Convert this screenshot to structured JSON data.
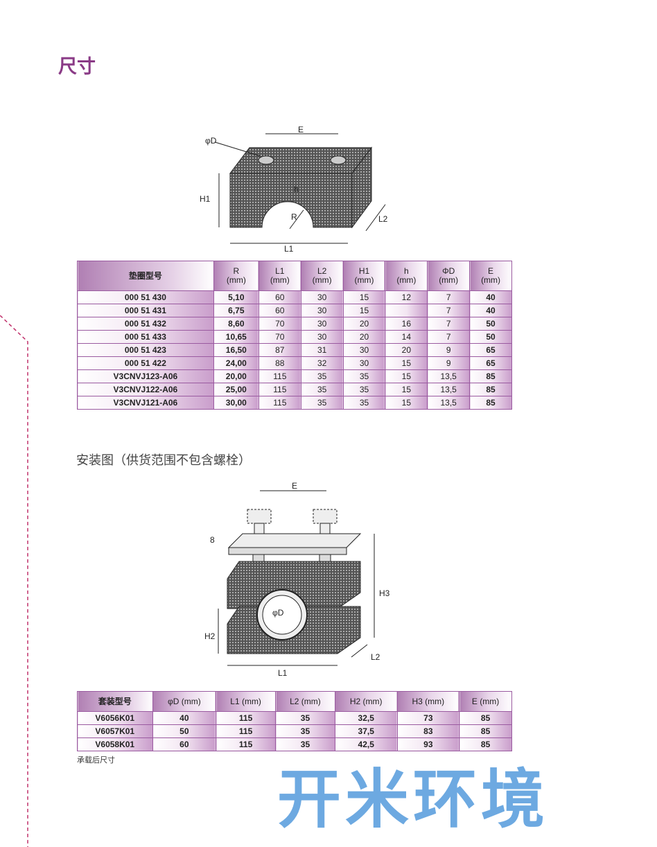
{
  "page_title": "尺寸",
  "diagram1": {
    "labels": {
      "phiD": "φD",
      "E": "E",
      "H1": "H1",
      "h": "h",
      "R": "R",
      "L1": "L1",
      "L2": "L2"
    }
  },
  "table1": {
    "headers": [
      "垫圈型号",
      "R\n(mm)",
      "L1\n(mm)",
      "L2\n(mm)",
      "H1\n(mm)",
      "h\n(mm)",
      "ΦD\n(mm)",
      "E\n(mm)"
    ],
    "rows": [
      [
        "000 51 430",
        "5,10",
        "60",
        "30",
        "15",
        "12",
        "7",
        "40"
      ],
      [
        "000 51 431",
        "6,75",
        "60",
        "30",
        "15",
        "",
        "7",
        "40"
      ],
      [
        "000 51 432",
        "8,60",
        "70",
        "30",
        "20",
        "16",
        "7",
        "50"
      ],
      [
        "000 51 433",
        "10,65",
        "70",
        "30",
        "20",
        "14",
        "7",
        "50"
      ],
      [
        "000 51 423",
        "16,50",
        "87",
        "31",
        "30",
        "20",
        "9",
        "65"
      ],
      [
        "000 51 422",
        "24,00",
        "88",
        "32",
        "30",
        "15",
        "9",
        "65"
      ],
      [
        "V3CNVJ123-A06",
        "20,00",
        "115",
        "35",
        "35",
        "15",
        "13,5",
        "85"
      ],
      [
        "V3CNVJ122-A06",
        "25,00",
        "115",
        "35",
        "35",
        "15",
        "13,5",
        "85"
      ],
      [
        "V3CNVJ121-A06",
        "30,00",
        "115",
        "35",
        "35",
        "15",
        "13,5",
        "85"
      ]
    ]
  },
  "install_title": "安装图（供货范围不包含螺栓）",
  "diagram2": {
    "labels": {
      "E": "E",
      "8": "8",
      "H3": "H3",
      "phiD": "φD",
      "H2": "H2",
      "L1": "L1",
      "L2": "L2"
    }
  },
  "table2": {
    "headers": [
      "套装型号",
      "φD (mm)",
      "L1 (mm)",
      "L2 (mm)",
      "H2 (mm)",
      "H3 (mm)",
      "E (mm)"
    ],
    "rows": [
      [
        "V6056K01",
        "40",
        "115",
        "35",
        "32,5",
        "73",
        "85"
      ],
      [
        "V6057K01",
        "50",
        "115",
        "35",
        "37,5",
        "83",
        "85"
      ],
      [
        "V6058K01",
        "60",
        "115",
        "35",
        "42,5",
        "93",
        "85"
      ]
    ]
  },
  "note": "承载后尺寸",
  "watermark": "开米环境",
  "colors": {
    "title": "#8a3a86",
    "table_border": "#9a5aa0",
    "watermark": "#3c8cd7"
  }
}
